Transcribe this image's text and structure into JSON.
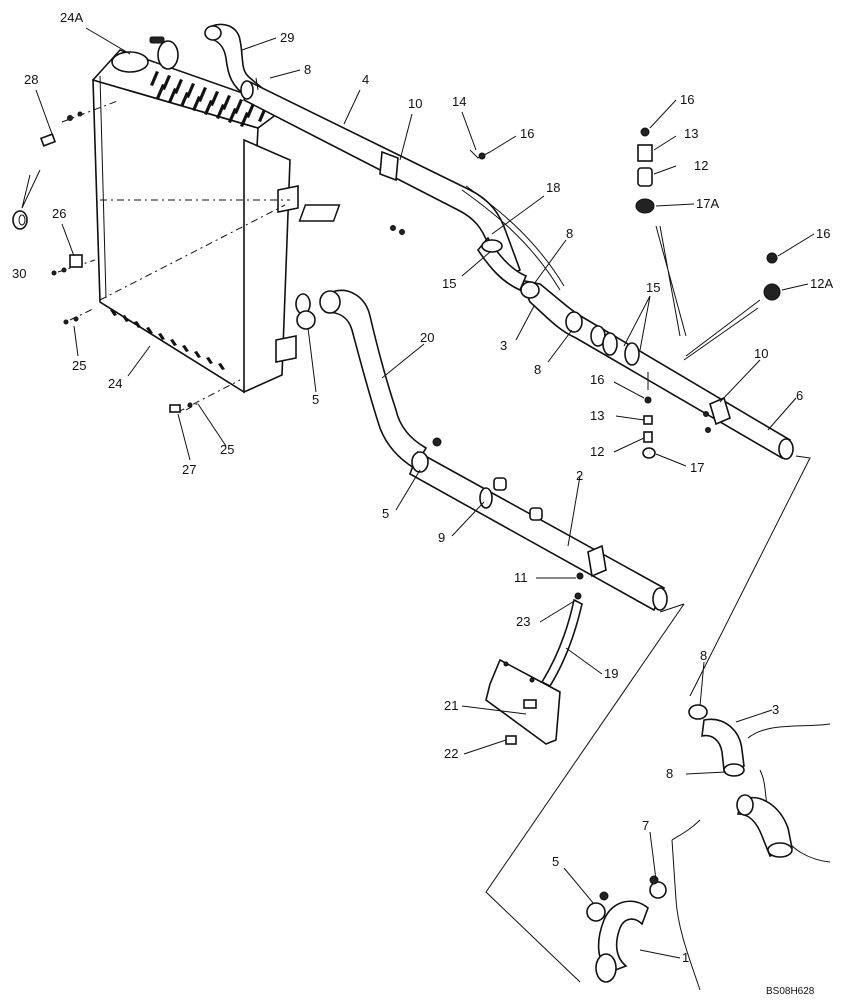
{
  "drawing_code": "BS08H628",
  "callouts": {
    "c24A": "24A",
    "c28": "28",
    "c30": "30",
    "c26": "26",
    "c25a": "25",
    "c24": "24",
    "c27": "27",
    "c25b": "25",
    "c29": "29",
    "c8a": "8",
    "c4": "4",
    "c10a": "10",
    "c14": "14",
    "c16a": "16",
    "c18": "18",
    "c8b": "8",
    "c15a": "15",
    "c3a": "3",
    "c8c": "8",
    "c15b": "15",
    "c16b": "16",
    "c13a": "13",
    "c12a": "12",
    "c17A": "17A",
    "c16c": "16",
    "c12A": "12A",
    "c10b": "10",
    "c6": "6",
    "c16d": "16",
    "c13b": "13",
    "c12b": "12",
    "c17": "17",
    "c20": "20",
    "c5a": "5",
    "c5b": "5",
    "c9": "9",
    "c2": "2",
    "c11": "11",
    "c23": "23",
    "c19": "19",
    "c21": "21",
    "c22": "22",
    "c8d": "8",
    "c3b": "3",
    "c8e": "8",
    "c7": "7",
    "c5c": "5",
    "c1": "1"
  }
}
